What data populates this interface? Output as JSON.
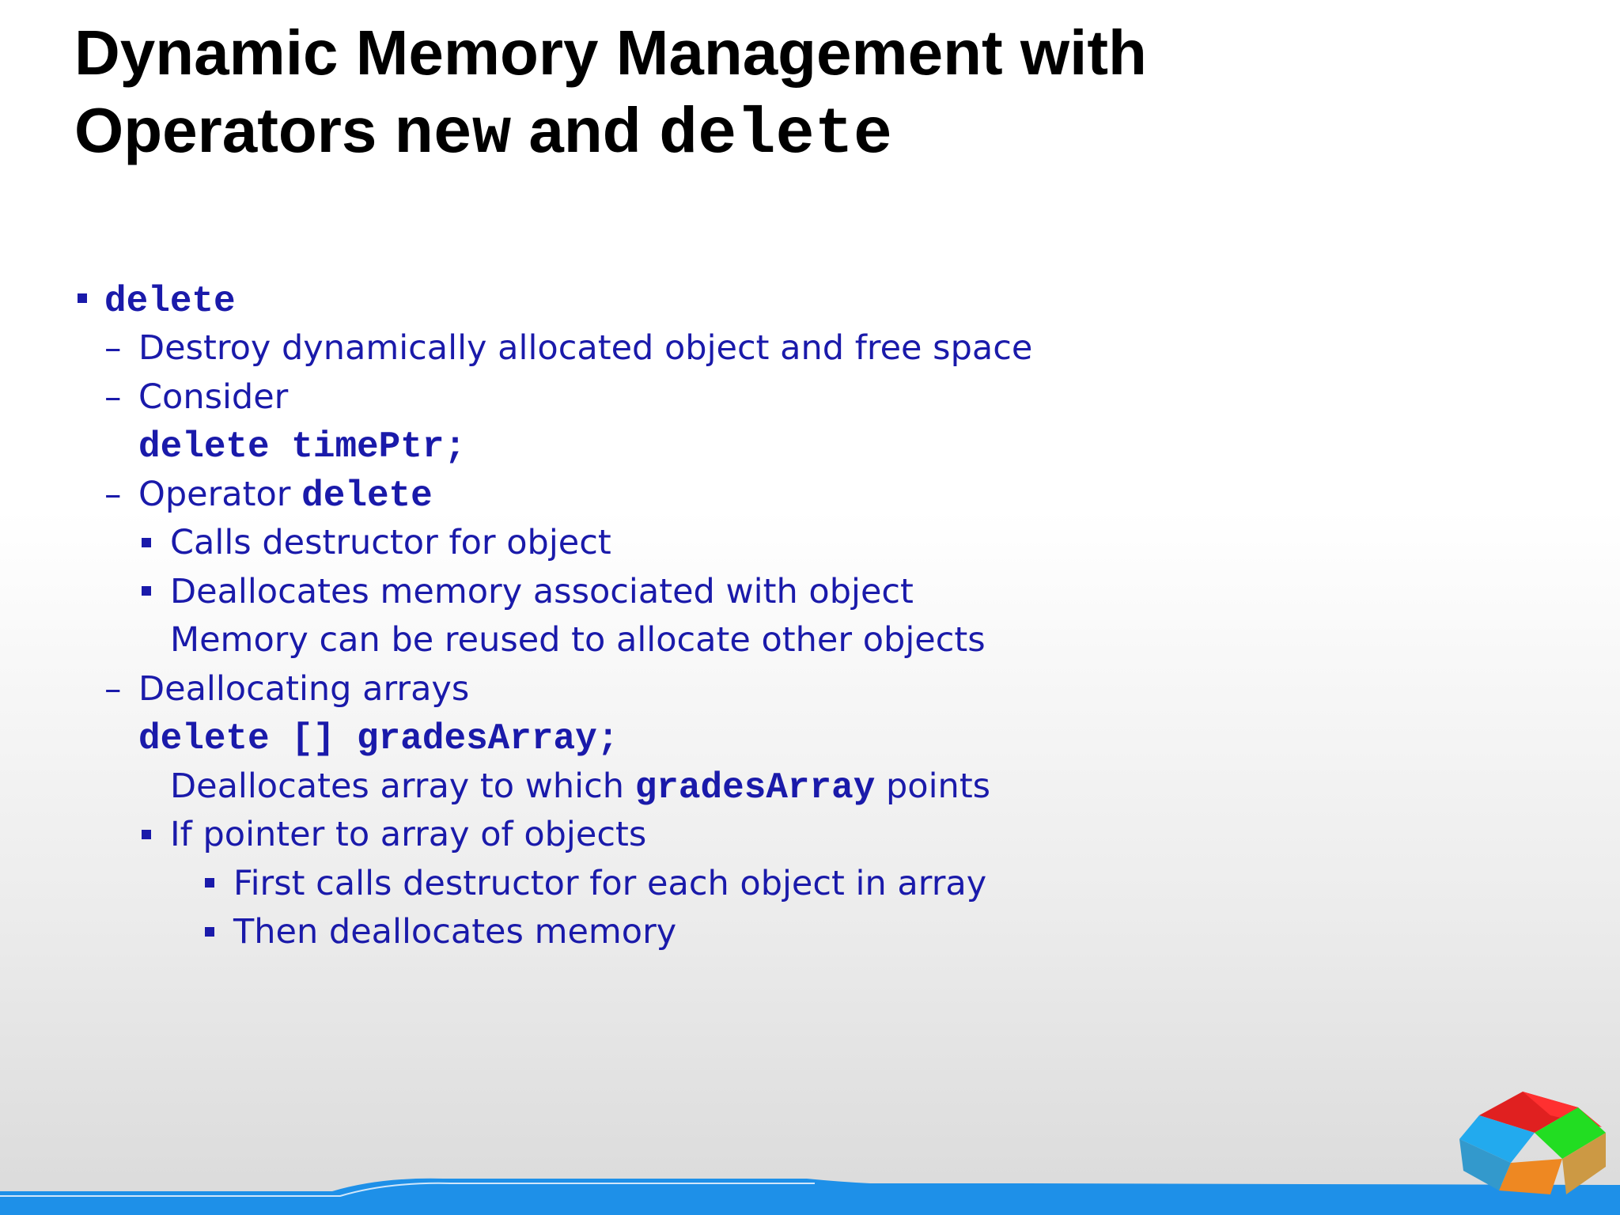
{
  "slide": {
    "title_prefix_line1": "Dynamic Memory Management with",
    "title_prefix_line2": "Operators ",
    "title_code_new": "new",
    "title_and": " and ",
    "title_code_delete": "delete"
  },
  "content": {
    "bullet_delete": "delete",
    "dash_destroy": "Destroy dynamically allocated object and free space",
    "dash_consider": "Consider",
    "code_delete_timeptr": "delete timePtr;",
    "dash_operator": "Operator ",
    "code_operator_delete": "delete",
    "sub_calls_destructor": "Calls destructor for object",
    "sub_deallocates_memory": "Deallocates memory associated with object",
    "memory_reused": "Memory can be reused to allocate other objects",
    "dash_deallocating_arrays": "Deallocating arrays",
    "code_delete_array": "delete [] gradesArray;",
    "deallocates_array_prefix": "Deallocates array to which ",
    "code_gradesarray": "gradesArray",
    "deallocates_array_suffix": " points",
    "sub_if_pointer": "If pointer to array of objects",
    "subsub_first_calls": "First calls destructor for each object in array",
    "subsub_then_deallocates": "Then deallocates memory"
  },
  "colors": {
    "body_text": "#1a1aaa",
    "title_text": "#000000",
    "footer_blue": "#1e90e8"
  },
  "icons": [
    "bullet-square-icon",
    "cube-logo-icon"
  ]
}
